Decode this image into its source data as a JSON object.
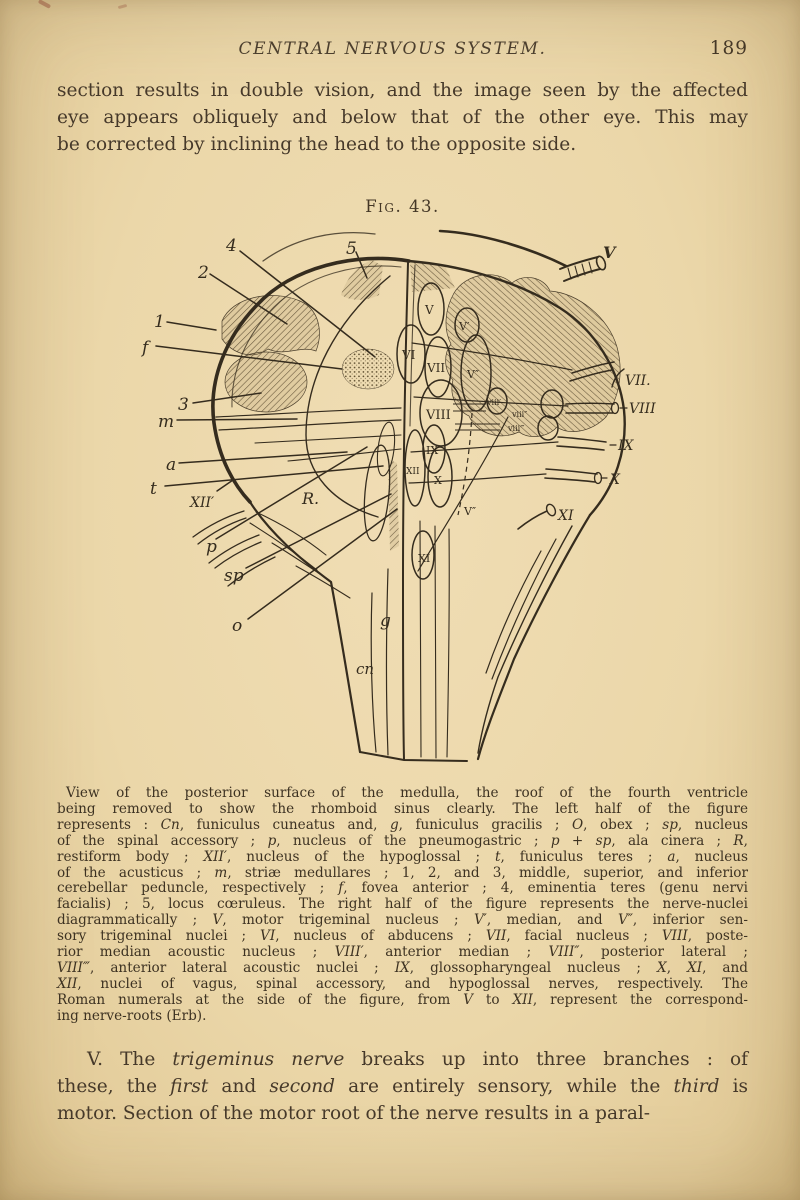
{
  "header": {
    "title": "CENTRAL NERVOUS SYSTEM.",
    "page_number": "189"
  },
  "paragraph_top": {
    "lines": [
      [
        [
          "r",
          "section results in double vision, and the image seen by the affected"
        ]
      ],
      [
        [
          "r",
          "eye appears obliquely and below that of the other eye.  This may"
        ]
      ],
      [
        [
          "r",
          "be corrected by inclining the head to the opposite side."
        ]
      ]
    ]
  },
  "figure": {
    "label": "Fig. 43.",
    "labels": {
      "n1": "1",
      "n2": "2",
      "n3": "3",
      "n4": "4",
      "n5": "5",
      "f": "f",
      "m": "m",
      "a": "a",
      "t": "t",
      "xii_prime": "XII′",
      "r_body": "R.",
      "p": "p",
      "sp": "sp",
      "o": "o",
      "g": "g",
      "cn": "cn",
      "nuc_v": "V",
      "nuc_v1": "V′",
      "nuc_v2": "V″",
      "nuc_v2_low": "V″",
      "nuc_vi": "VI",
      "nuc_vii": "VII",
      "nuc_viii": "VIII",
      "nuc_viii1": "viii′",
      "nuc_viii2": "viii″",
      "nuc_viii3": "viii‴",
      "nuc_ix": "IX",
      "nuc_x": "X",
      "nuc_xi": "XI",
      "nuc_xii": "XII",
      "root_v": "V",
      "root_vii": "VII.",
      "root_viii": "VIII",
      "root_ix": "IX",
      "root_x": "X",
      "root_xi": "XI"
    }
  },
  "caption": {
    "lines": [
      [
        [
          "r",
          "View of the posterior surface of the medulla, the roof of the fourth ventricle"
        ]
      ],
      [
        [
          "r",
          "being removed to show the rhomboid sinus clearly.  The left half of the figure"
        ]
      ],
      [
        [
          "r",
          "represents : "
        ],
        [
          "i",
          "Cn"
        ],
        [
          "r",
          ", funiculus cuneatus and, "
        ],
        [
          "i",
          "g"
        ],
        [
          "r",
          ", funiculus gracilis ; "
        ],
        [
          "i",
          "O"
        ],
        [
          "r",
          ", obex ; "
        ],
        [
          "i",
          "sp"
        ],
        [
          "r",
          ", nucleus"
        ]
      ],
      [
        [
          "r",
          "of the spinal accessory ; "
        ],
        [
          "i",
          "p"
        ],
        [
          "r",
          ", nucleus of the pneumogastric ; "
        ],
        [
          "i",
          "p"
        ],
        [
          "r",
          " + "
        ],
        [
          "i",
          "sp"
        ],
        [
          "r",
          ", ala cinera ; "
        ],
        [
          "i",
          "R"
        ],
        [
          "r",
          ","
        ]
      ],
      [
        [
          "r",
          "restiform body ; "
        ],
        [
          "i",
          "XII′"
        ],
        [
          "r",
          ", nucleus of the hypoglossal ; "
        ],
        [
          "i",
          "t"
        ],
        [
          "r",
          ", funiculus teres ; "
        ],
        [
          "i",
          "a"
        ],
        [
          "r",
          ", nucleus"
        ]
      ],
      [
        [
          "r",
          "of the acusticus ; "
        ],
        [
          "i",
          "m"
        ],
        [
          "r",
          ", striæ medullares ; 1, 2, and 3, middle, superior, and inferior"
        ]
      ],
      [
        [
          "r",
          "cerebellar peduncle, respectively ; "
        ],
        [
          "i",
          "f"
        ],
        [
          "r",
          ", fovea anterior ; 4, eminentia teres (genu nervi"
        ]
      ],
      [
        [
          "r",
          "facialis) ; 5, locus cœruleus.  The right half of the figure represents the nerve-nuclei"
        ]
      ],
      [
        [
          "r",
          "diagrammatically ; "
        ],
        [
          "i",
          "V"
        ],
        [
          "r",
          ", motor trigeminal nucleus ; "
        ],
        [
          "i",
          "V′"
        ],
        [
          "r",
          ", median, and "
        ],
        [
          "i",
          "V″"
        ],
        [
          "r",
          ", inferior sen-"
        ]
      ],
      [
        [
          "r",
          "sory trigeminal nuclei ; "
        ],
        [
          "i",
          "VI"
        ],
        [
          "r",
          ", nucleus of abducens ; "
        ],
        [
          "i",
          "VII"
        ],
        [
          "r",
          ", facial nucleus ; "
        ],
        [
          "i",
          "VIII"
        ],
        [
          "r",
          ", poste-"
        ]
      ],
      [
        [
          "r",
          "rior median acoustic nucleus ; "
        ],
        [
          "i",
          "VIII′"
        ],
        [
          "r",
          ", anterior median ; "
        ],
        [
          "i",
          "VIII″"
        ],
        [
          "r",
          ", posterior lateral ;"
        ]
      ],
      [
        [
          "i",
          "VIII‴"
        ],
        [
          "r",
          ", anterior lateral acoustic nuclei ; "
        ],
        [
          "i",
          "IX"
        ],
        [
          "r",
          ", glossopharyngeal nucleus ; "
        ],
        [
          "i",
          "X"
        ],
        [
          "r",
          ", "
        ],
        [
          "i",
          "XI"
        ],
        [
          "r",
          ", and"
        ]
      ],
      [
        [
          "i",
          "XII"
        ],
        [
          "r",
          ", nuclei of vagus, spinal accessory, and hypoglossal nerves, respectively.  The"
        ]
      ],
      [
        [
          "r",
          "Roman numerals at the side of the figure, from "
        ],
        [
          "i",
          "V"
        ],
        [
          "r",
          " to "
        ],
        [
          "i",
          "XII"
        ],
        [
          "r",
          ", represent the correspond-"
        ]
      ],
      [
        [
          "r",
          "ing nerve-roots (Erb)."
        ]
      ]
    ]
  },
  "paragraph_bottom": {
    "lines": [
      [
        [
          "r",
          "V. The "
        ],
        [
          "i",
          "trigeminus nerve"
        ],
        [
          "r",
          " breaks up into three branches : of"
        ]
      ],
      [
        [
          "r",
          "these, the "
        ],
        [
          "i",
          "first"
        ],
        [
          "r",
          " and "
        ],
        [
          "i",
          "second"
        ],
        [
          "r",
          " are entirely sensory, while the "
        ],
        [
          "i",
          "third"
        ],
        [
          "r",
          " is"
        ]
      ],
      [
        [
          "r",
          "motor.  Section of the motor root of the nerve results in a paral-"
        ]
      ]
    ]
  }
}
